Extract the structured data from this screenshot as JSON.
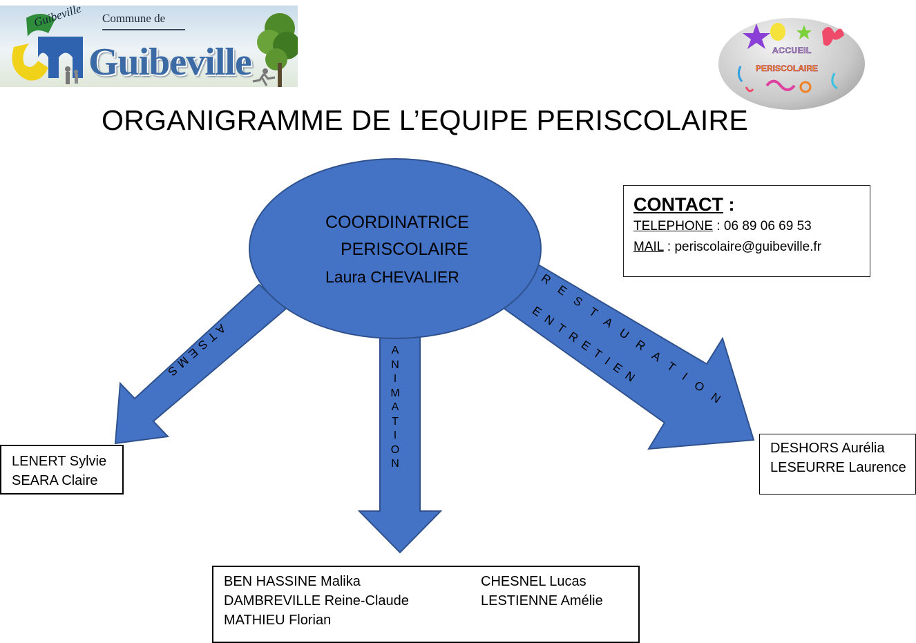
{
  "logos": {
    "left": {
      "small_text": "Commune de",
      "town_name": "Guibeville",
      "script_text": "Guibeville"
    },
    "right": {
      "line1": "ACCUEIL",
      "line2": "PERISCOLAIRE"
    }
  },
  "title": "ORGANIGRAMME DE L’EQUIPE PERISCOLAIRE",
  "coordinator": {
    "role_line1": "COORDINATRICE",
    "role_line2": "PERISCOLAIRE",
    "name": "Laura CHEVALIER"
  },
  "contact": {
    "heading": "CONTACT",
    "heading_suffix": " :",
    "phone_label": "TELEPHONE",
    "phone_value": " : 06 89 06 69 53",
    "mail_label": "MAIL",
    "mail_value": " : periscolaire@guibeville.fr"
  },
  "branches": {
    "atsem": {
      "arrow_label": "ATSEMS",
      "members": [
        "LENERT Sylvie",
        "SEARA Claire"
      ]
    },
    "animation": {
      "arrow_label": "ANIMATION",
      "members_left": [
        "BEN HASSINE Malika",
        "DAMBREVILLE Reine-Claude",
        "MATHIEU Florian"
      ],
      "members_right": [
        "CHESNEL Lucas",
        "LESTIENNE Amélie"
      ]
    },
    "restauration": {
      "arrow_label_1": "RESTAURATION",
      "arrow_label_2": "ENTRETIEN",
      "members": [
        "DESHORS Aurélia",
        "LESEURRE Laurence"
      ]
    }
  },
  "colors": {
    "shape_fill": "#4472c4",
    "shape_stroke": "#2f528f"
  }
}
